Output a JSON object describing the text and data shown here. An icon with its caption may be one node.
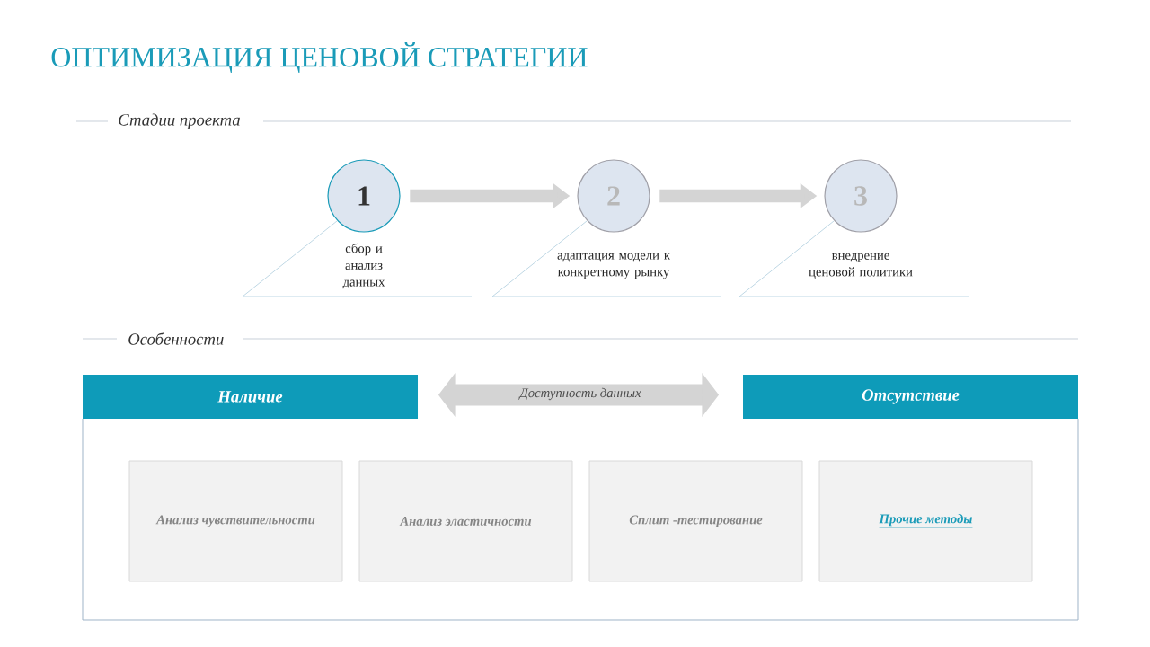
{
  "diagram": {
    "title": "ОПТИМИЗАЦИЯ ЦЕНОВОЙ СТРАТЕГИИ",
    "nodes": [
      {
        "text": [
          "1"
        ],
        "beside": [
          "сбор и анализ данных"
        ]
      },
      {
        "text": [
          "2"
        ],
        "beside": [
          "адаптация модели к конкретному рынку"
        ]
      },
      {
        "text": [
          "3"
        ],
        "beside": [
          "внедрение ценовой политики"
        ]
      },
      {
        "text": [
          "Наличие"
        ]
      },
      {
        "text": [
          "Отсутствие"
        ]
      },
      {
        "text": [
          "Анализ чувствительности"
        ]
      },
      {
        "text": [
          "Анализ эластичности"
        ]
      },
      {
        "text": [
          "Сплит -тестирование"
        ]
      },
      {
        "text": [
          "Прочие методы"
        ]
      }
    ],
    "edges": [
      {
        "from": 0,
        "to": 1,
        "arrow": "to"
      },
      {
        "from": 1,
        "to": 2,
        "arrow": "to"
      },
      {
        "from": 3,
        "to": 4,
        "arrow": "both",
        "label": "Доступность данных"
      }
    ],
    "labels": [
      "Стадии проекта",
      "Особенности"
    ]
  }
}
